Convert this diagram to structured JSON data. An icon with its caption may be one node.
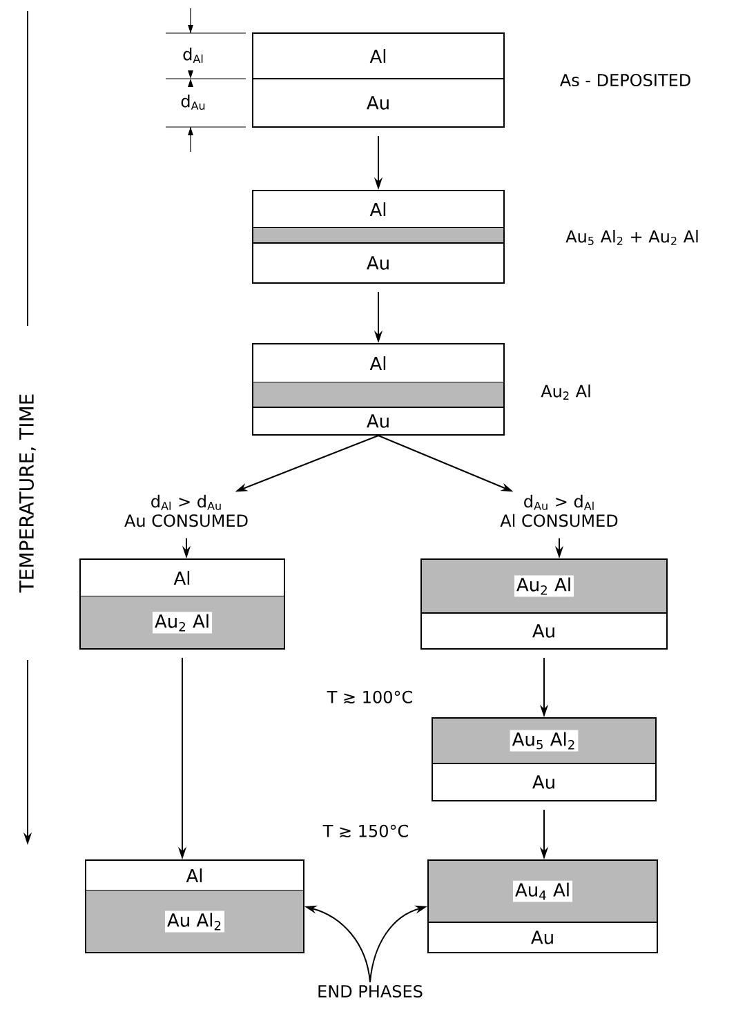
{
  "diagram": {
    "nodes": [
      {
        "text": [
          "Al",
          "Au"
        ],
        "beside": [
          "As - DEPOSITED"
        ]
      },
      {
        "text": [
          "Al",
          "Au"
        ],
        "beside": [
          "Au$_{5}$ Al$_{2}$ + Au$_{2}$ Al"
        ]
      },
      {
        "text": [
          "Al",
          "Au"
        ],
        "beside": [
          "Au$_{2}$ Al"
        ]
      },
      {
        "text": [
          "d$_{Al}$ > d$_{Au}$",
          "Au CONSUMED"
        ]
      },
      {
        "text": [
          "d$_{Au}$ > d$_{Al}$",
          "Al CONSUMED"
        ]
      },
      {
        "text": [
          "Al",
          "Au$_{2}$ Al"
        ]
      },
      {
        "text": [
          "Au$_{2}$ Al",
          "Au"
        ]
      },
      {
        "text": [
          "Au$_{5}$ Al$_{2}$",
          "Au"
        ]
      },
      {
        "text": [
          "Al",
          "Au Al$_{2}$"
        ]
      },
      {
        "text": [
          "Au$_{4}$ Al",
          "Au"
        ]
      },
      {
        "text": [
          "END PHASES"
        ]
      }
    ],
    "edges": [
      {
        "from": 0,
        "to": 1,
        "arrow": "to"
      },
      {
        "from": 1,
        "to": 2,
        "arrow": "to"
      },
      {
        "from": 2,
        "to": 3,
        "arrow": "to"
      },
      {
        "from": 2,
        "to": 4,
        "arrow": "to"
      },
      {
        "from": 3,
        "to": 5,
        "arrow": "to"
      },
      {
        "from": 4,
        "to": 6,
        "arrow": "to"
      },
      {
        "from": 5,
        "to": 8,
        "arrow": "to"
      },
      {
        "from": 6,
        "to": 7,
        "arrow": "to"
      },
      {
        "from": 7,
        "to": 9,
        "arrow": "to"
      },
      {
        "from": 10,
        "to": 8,
        "arrow": "to"
      },
      {
        "from": 10,
        "to": 9,
        "arrow": "to"
      }
    ],
    "labels": [
      "d$_{Al}$",
      "d$_{Au}$",
      "TEMPERATURE, TIME",
      "T ≳ 100°C",
      "T ≳ 150°C"
    ]
  }
}
